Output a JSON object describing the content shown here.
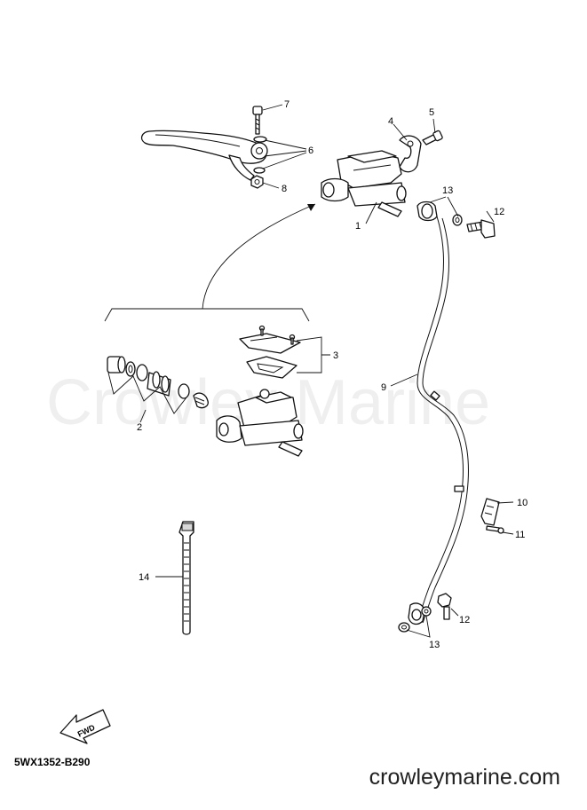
{
  "diagram": {
    "code": "5WX1352-B290",
    "site": "crowleymarine.com",
    "watermark": "Crowley Marine",
    "fwd_label": "FWD",
    "callouts": {
      "c1": "1",
      "c2": "2",
      "c3": "3",
      "c4": "4",
      "c5": "5",
      "c6": "6",
      "c7": "7",
      "c8": "8",
      "c9": "9",
      "c10": "10",
      "c11": "11",
      "c12a": "12",
      "c12b": "12",
      "c13a": "13",
      "c13b": "13",
      "c14": "14"
    }
  }
}
